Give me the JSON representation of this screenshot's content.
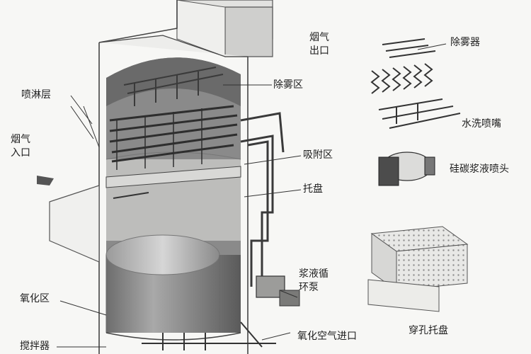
{
  "labels": {
    "flue_gas_outlet": "烟气出口",
    "mist_zone": "除雾区",
    "spray_layer": "喷淋层",
    "flue_gas_inlet": "烟气入口",
    "absorption_zone": "吸附区",
    "tray": "托盘",
    "oxidation_zone": "氧化区",
    "slurry_pump": "浆液循环泵",
    "oxidation_air_inlet": "氧化空气进口",
    "agitator": "搅拌器",
    "demister": "除雾器",
    "water_nozzle": "水洗喷嘴",
    "sic_nozzle": "硅碳浆液喷头",
    "perforated_tray": "穿孔托盘"
  }
}
